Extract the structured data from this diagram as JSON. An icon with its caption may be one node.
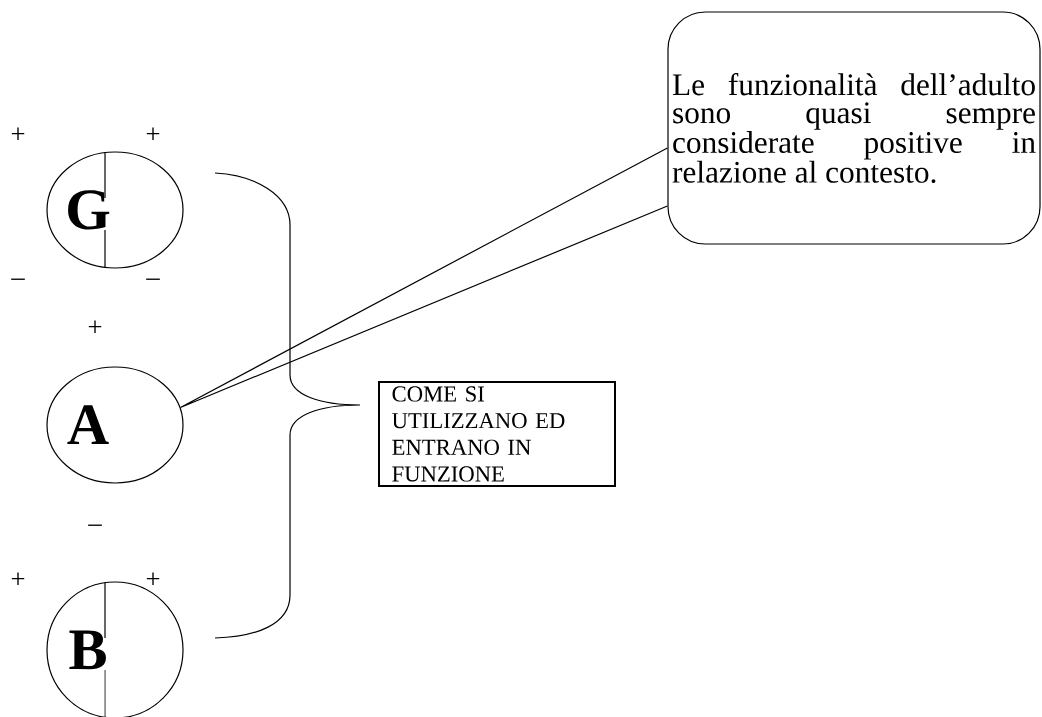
{
  "diagram": {
    "nodes": [
      {
        "text": [
          "G"
        ],
        "beside": [
          "+",
          "+",
          "–",
          "–"
        ]
      },
      {
        "text": [
          "A"
        ],
        "beside": [
          "+",
          "–"
        ]
      },
      {
        "text": [
          "B"
        ],
        "beside": [
          "+",
          "+"
        ]
      },
      {
        "text": [
          "COME SI UTILIZZANO ED ENTRANO IN FUNZIONE"
        ]
      },
      {
        "text": [
          "Le funzionalità dell’adulto sono quasi sempre considerate positive in relazione al contesto."
        ]
      }
    ],
    "edges": [
      {
        "from": 4,
        "to": 1,
        "arrow": "none"
      }
    ]
  }
}
